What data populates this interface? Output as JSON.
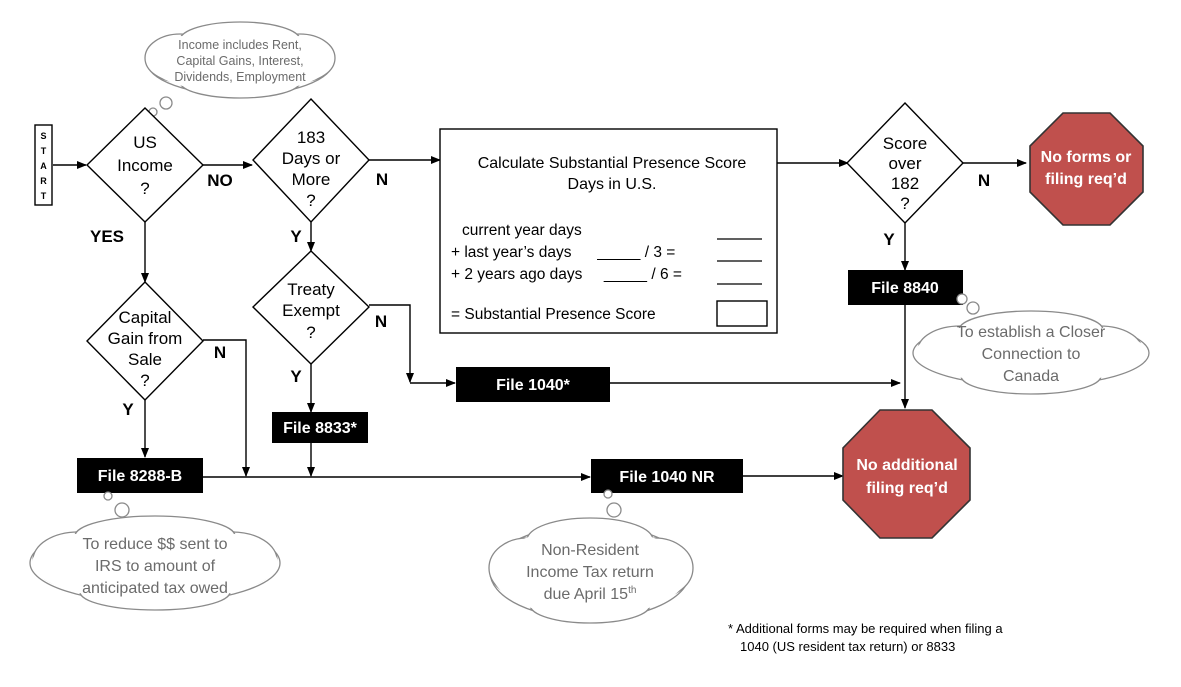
{
  "start": [
    "S",
    "T",
    "A",
    "R",
    "T"
  ],
  "cloud_income": [
    "Income includes Rent,",
    "Capital Gains, Interest,",
    "Dividends, Employment"
  ],
  "decision_us_income": [
    "US",
    "Income",
    "?"
  ],
  "label_no": "NO",
  "label_yes": "YES",
  "decision_183": [
    "183",
    "Days or",
    "More",
    "?"
  ],
  "label_n": "N",
  "label_y": "Y",
  "calc_box": {
    "title": [
      "Calculate Substantial Presence Score",
      "Days in U.S."
    ],
    "rows": [
      "current year days",
      "+ last year’s days      _____ / 3 =",
      "+ 2 years ago days     _____ / 6 =",
      "= Substantial Presence Score"
    ]
  },
  "decision_score": [
    "Score",
    "over",
    "182",
    "?"
  ],
  "stop_no_forms": [
    "No forms or",
    "filing req’d"
  ],
  "decision_treaty": [
    "Treaty",
    "Exempt",
    "?"
  ],
  "decision_capital": [
    "Capital",
    "Gain from",
    "Sale",
    "?"
  ],
  "box_8840": "File 8840",
  "cloud_closer": [
    "To establish a Closer",
    "Connection to",
    "Canada"
  ],
  "box_1040": "File 1040*",
  "box_8833": "File 8833*",
  "box_8288": "File 8288-B",
  "box_1040nr": "File 1040 NR",
  "stop_no_additional": [
    "No additional",
    "filing req’d"
  ],
  "cloud_reduce": [
    "To reduce $$ sent to",
    "IRS to amount of",
    "anticipated tax owed"
  ],
  "cloud_nonres": [
    "Non-Resident",
    "Income Tax return"
  ],
  "cloud_nonres_due": "due April 15",
  "cloud_nonres_sup": "th",
  "footnote": [
    "* Additional forms may be required when filing a",
    "1040 (US resident tax return) or 8833"
  ],
  "colors": {
    "stop_fill": "#c0504d",
    "stop_stroke": "#333333",
    "box_fill": "#000000",
    "cloud_text": "#6b6b6b"
  }
}
